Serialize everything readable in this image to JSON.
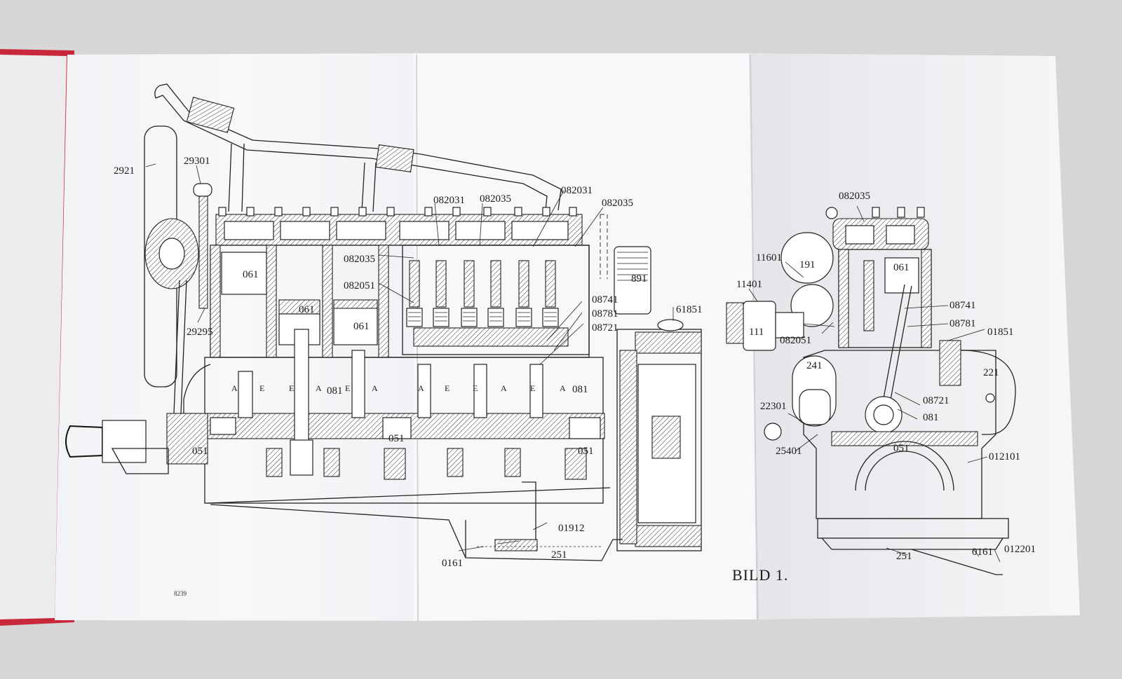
{
  "title": "BILD 1.",
  "print_number": "8239",
  "colors": {
    "background": "#d9d9d9",
    "paper": "#f6f6f8",
    "cover": "#c8283a",
    "ink": "#1b1b1b"
  },
  "side_view": {
    "labels": {
      "l2921": "2921",
      "l29301": "29301",
      "l29295": "29295",
      "l082031a": "082031",
      "l082035a": "082035",
      "l082031b": "082031",
      "l082035b": "082035",
      "l082035c": "082035",
      "l082051": "082051",
      "l061a": "061",
      "l061b": "061",
      "l061c": "061",
      "l891": "891",
      "l08741": "08741",
      "l08781": "08781",
      "l08721": "08721",
      "l61851": "61851",
      "l081a": "081",
      "l081b": "081",
      "l051a": "051",
      "l051b": "051",
      "l051c": "051",
      "l01912": "01912",
      "l251": "251",
      "l0161": "0161"
    },
    "valve_letters": [
      "A",
      "E",
      "E",
      "A",
      "E",
      "A",
      "A",
      "E",
      "E",
      "A",
      "E",
      "A"
    ]
  },
  "end_view": {
    "labels": {
      "l082035": "082035",
      "l11601": "11601",
      "l191": "191",
      "l061": "061",
      "l11401": "11401",
      "l111": "111",
      "l082051": "082051",
      "l08741": "08741",
      "l08781": "08781",
      "l01851": "01851",
      "l241": "241",
      "l221": "221",
      "l22301": "22301",
      "l08721": "08721",
      "l081": "081",
      "l25401": "25401",
      "l051": "051",
      "l012101": "012101",
      "l251": "251",
      "l0161": "0161",
      "l012201": "012201"
    }
  }
}
